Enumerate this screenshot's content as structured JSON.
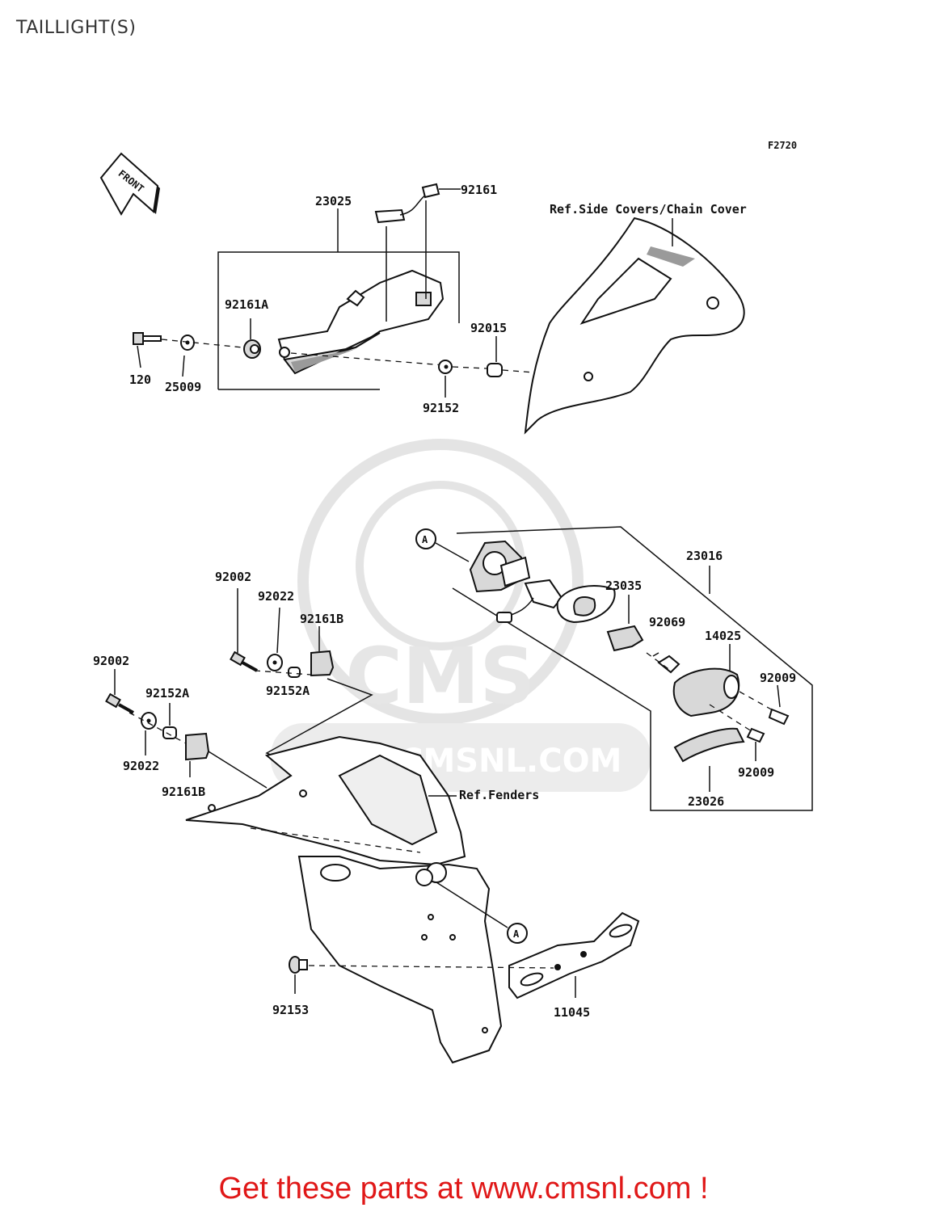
{
  "title": "TAILLIGHT(S)",
  "figure_code": "F2720",
  "front_label": "FRONT",
  "refs": {
    "side_covers": "Ref.Side Covers/Chain Cover",
    "fenders": "Ref.Fenders"
  },
  "callout_letter": "A",
  "parts": {
    "p92161": "92161",
    "p23025": "23025",
    "p92161A": "92161A",
    "p92015": "92015",
    "p120": "120",
    "p25009": "25009",
    "p92152": "92152",
    "p23016": "23016",
    "p92002_a": "92002",
    "p92022_a": "92022",
    "p92161B_a": "92161B",
    "p92152A_a": "92152A",
    "p23035": "23035",
    "p92069": "92069",
    "p14025": "14025",
    "p92009_a": "92009",
    "p92002_b": "92002",
    "p92152A_b": "92152A",
    "p92022_b": "92022",
    "p92161B_b": "92161B",
    "p92009_b": "92009",
    "p23026": "23026",
    "p92153": "92153",
    "p11045": "11045"
  },
  "watermark": {
    "brand": "CMS",
    "url": "www.CMSNL.COM"
  },
  "footer": "Get these parts at www.cmsnl.com !"
}
